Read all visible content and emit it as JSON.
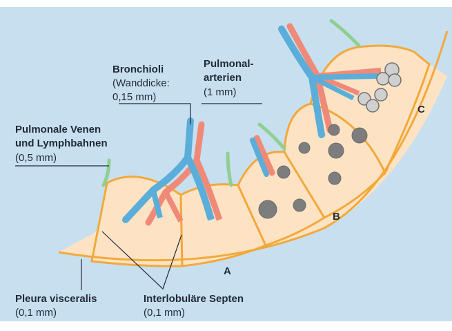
{
  "diagram": {
    "colors": {
      "background": "#c8dff0",
      "lobule_fill": "#fde3c4",
      "lobule_stroke": "#f2a93b",
      "bronchus": "#5aaed9",
      "artery": "#f08a78",
      "vein_lymph": "#8fcf91",
      "dot_dark": "#7d7d7d",
      "dot_light": "#d0d0d0",
      "leader": "#1f2a36"
    },
    "labels": {
      "bronchioli": {
        "title": "Bronchioli",
        "detail_1": "(Wanddicke:",
        "detail_2": "0,15 mm)"
      },
      "pulmonal_arterien": {
        "title_1": "Pulmonal-",
        "title_2": "arterien",
        "detail": "(1 mm)"
      },
      "pulmonale_venen": {
        "title_1": "Pulmonale Venen",
        "title_2": "und Lymphbahnen",
        "detail": "(0,5 mm)"
      },
      "pleura_visceralis": {
        "title": "Pleura visceralis",
        "detail": "(0,1 mm)"
      },
      "interlobulaere_septen": {
        "title": "Interlobuläre Septen",
        "detail": "(0,1 mm)"
      },
      "zone_a": "A",
      "zone_b": "B",
      "zone_c": "C"
    }
  }
}
